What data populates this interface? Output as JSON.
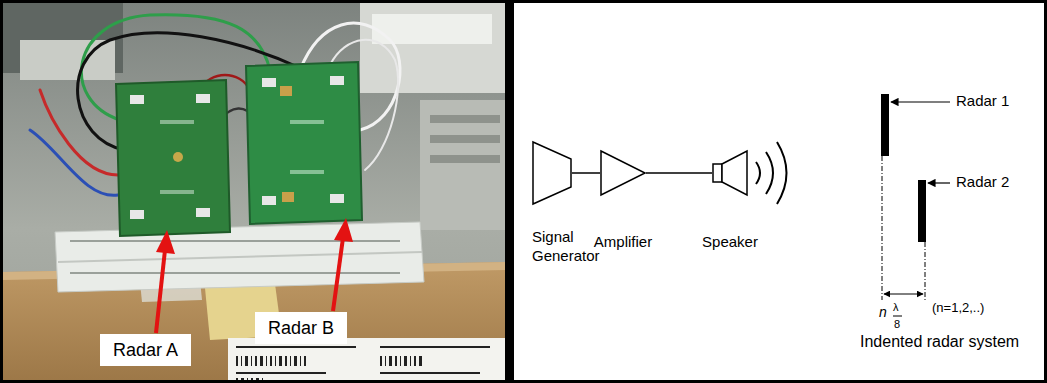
{
  "diagram": {
    "nodes": [
      {
        "text": [
          "Radar A"
        ]
      },
      {
        "text": [
          "Radar B"
        ]
      },
      {
        "text": [
          "Signal Generator"
        ]
      },
      {
        "text": [
          "Amplifier"
        ]
      },
      {
        "text": [
          "Speaker"
        ]
      }
    ],
    "edges": [
      {
        "from": 2,
        "to": 3,
        "arrow": "none"
      },
      {
        "from": 3,
        "to": 4,
        "arrow": "none"
      }
    ],
    "labels": [
      "Radar 1",
      "Radar 2",
      "n",
      "λ",
      "8",
      "(n=1,2,..)",
      "Indented radar system"
    ]
  }
}
